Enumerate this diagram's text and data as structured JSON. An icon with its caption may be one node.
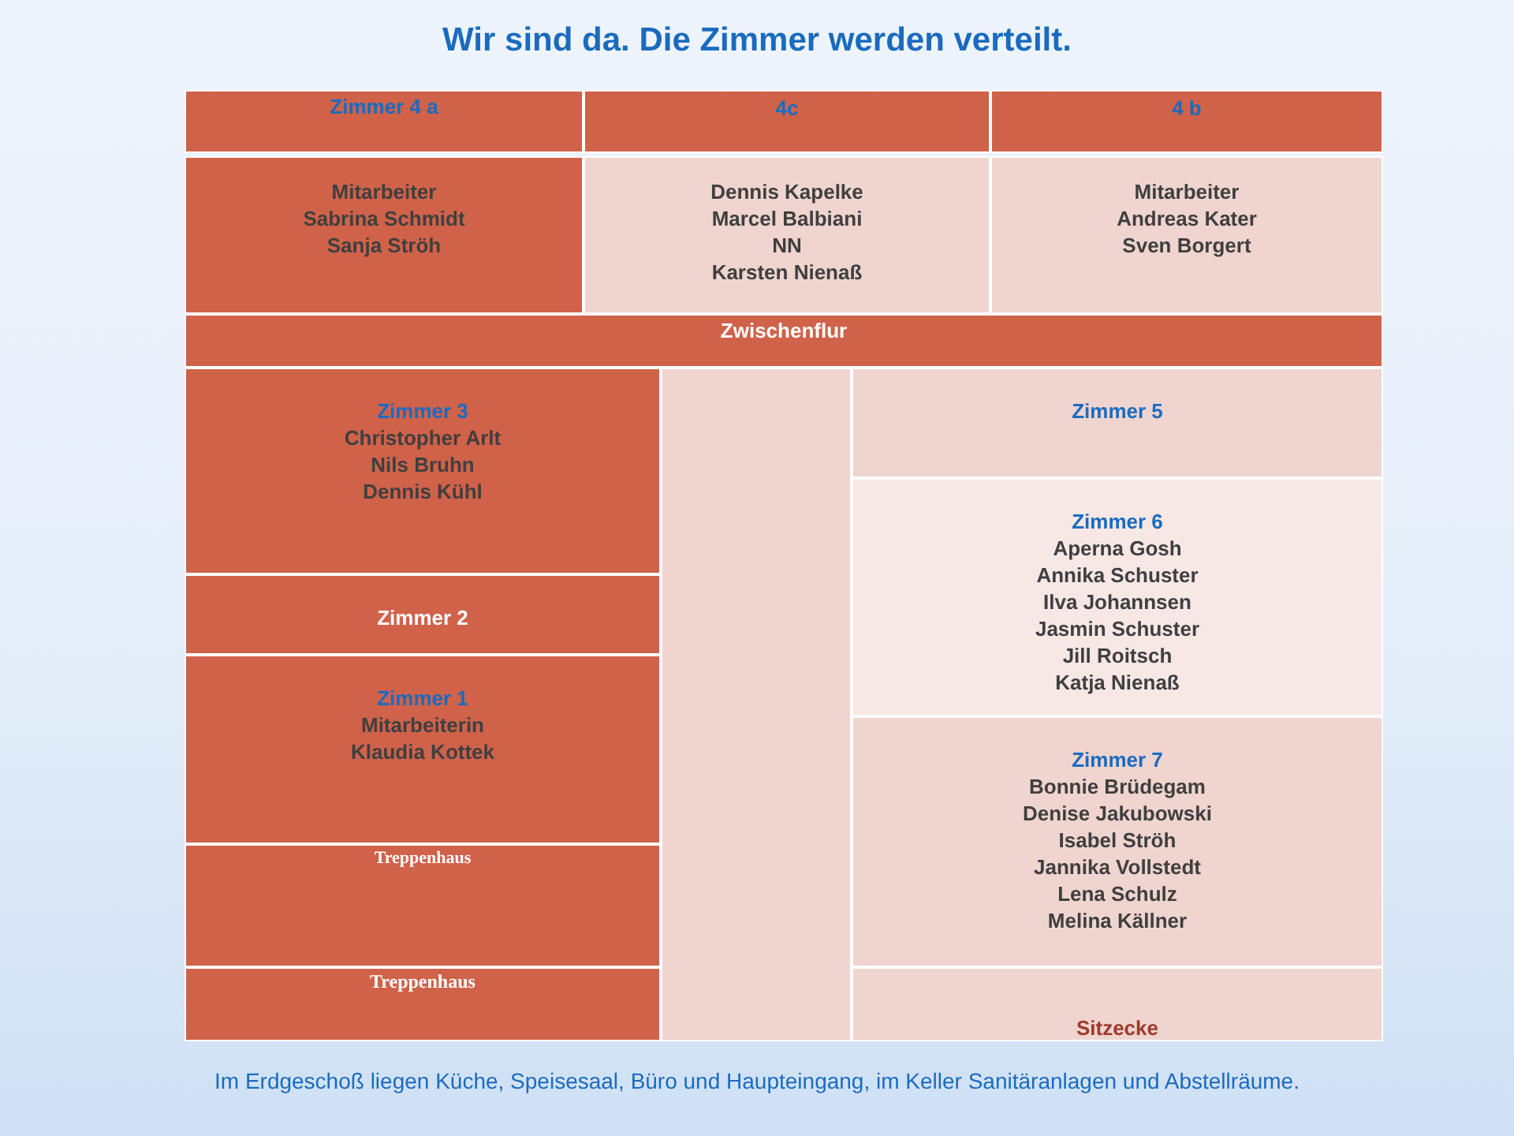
{
  "diagram": {
    "title": "Wir sind da. Die Zimmer werden verteilt.",
    "caption": "Im Erdgeschoß liegen Küche, Speisesaal, Büro und Haupteingang, im Keller Sanitäranlagen und Abstellräume.",
    "nodes": [
      {
        "text": [
          "Zimmer  4 a"
        ]
      },
      {
        "text": [
          "4c"
        ]
      },
      {
        "text": [
          "4 b"
        ]
      },
      {
        "text": [
          "Mitarbeiter",
          "Sabrina Schmidt",
          "Sanja Ströh"
        ]
      },
      {
        "text": [
          "Dennis Kapelke",
          "Marcel Balbiani",
          "NN",
          "Karsten Nienaß"
        ]
      },
      {
        "text": [
          "Mitarbeiter",
          "Andreas Kater",
          "Sven Borgert"
        ]
      },
      {
        "text": [
          "Zwischenflur"
        ]
      },
      {
        "text": [
          "Zimmer  3",
          "Christopher Arlt",
          "Nils Bruhn",
          "Dennis Kühl"
        ]
      },
      {
        "text": [],
        "shape": "box"
      },
      {
        "text": [
          "Zimmer  5"
        ]
      },
      {
        "text": [
          "Zimmer  6",
          "Aperna Gosh",
          "Annika Schuster",
          "Ilva Johannsen",
          "Jasmin Schuster",
          "Jill Roitsch",
          "Katja Nienaß"
        ]
      },
      {
        "text": [
          "Zimmer  2"
        ]
      },
      {
        "text": [
          "Zimmer  1",
          "Mitarbeiterin",
          "Klaudia Kottek"
        ]
      },
      {
        "text": [
          "Zimmer  7",
          "Bonnie Brüdegam",
          "Denise Jakubowski",
          "Isabel Ströh",
          "Jannika Vollstedt",
          "Lena Schulz",
          "Melina Källner"
        ]
      },
      {
        "text": [
          "Treppenhaus"
        ]
      },
      {
        "text": [
          "Treppenhaus"
        ]
      },
      {
        "text": [
          "Sitzecke"
        ]
      }
    ]
  }
}
